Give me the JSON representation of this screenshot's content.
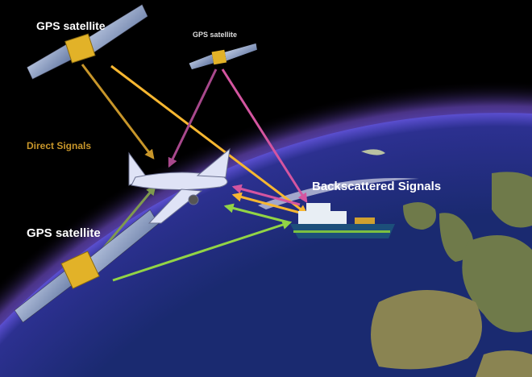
{
  "labels": {
    "sat_top_left": "GPS satellite",
    "sat_top_center": "GPS satellite",
    "sat_bottom_left": "GPS satellite",
    "direct_signals": "Direct Signals",
    "backscattered_signals": "Backscattered Signals"
  },
  "colors": {
    "direct_gold": "#c8962a",
    "direct_yellow": "#f7b731",
    "purple": "#a8488c",
    "pink": "#d455a0",
    "green": "#92d445",
    "olive": "#7f9a4e",
    "atmosphere": "#8a6cff",
    "ocean": "#1e2a6e"
  }
}
